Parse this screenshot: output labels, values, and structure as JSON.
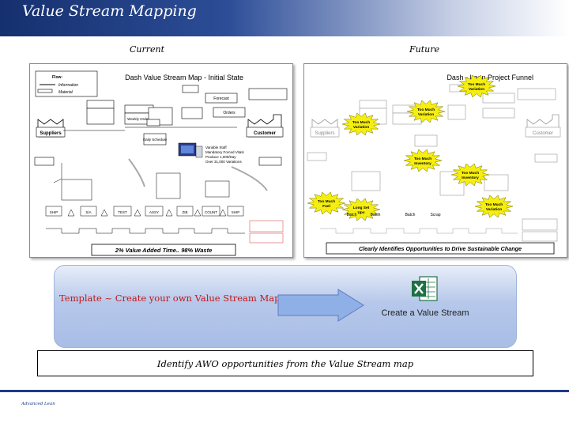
{
  "slide": {
    "title": "Value Stream Mapping",
    "footer": "Advanced Lean"
  },
  "current": {
    "label": "Current",
    "diagram": {
      "title": "Dash Value Stream Map - Initial State",
      "legend": {
        "heading": "Flow:",
        "information": "Information",
        "material": "Material"
      },
      "supplier": "Suppliers",
      "customer": "Customer",
      "planning": [
        "Forecast",
        "Orders",
        "Weekly Orders"
      ],
      "schedule": "Daily Schedule",
      "bullets": [
        "Variable Staff",
        "Mandatory Forced Vitals",
        "Produce 1,000/Day",
        "Over 31,000 Variations"
      ],
      "processes": [
        "SHIP",
        "S/A",
        "TEST",
        "ASSY",
        "ZIB",
        "COUNT",
        "SHIP"
      ],
      "banner": "2% Value Added Time.. 98% Waste"
    }
  },
  "future": {
    "label": "Future",
    "diagram": {
      "title": "Dash - Lean Project Funnel",
      "supplier": "Suppliers",
      "customer": "Customer",
      "bursts": [
        "Too Much Variation",
        "Too Much Variation",
        "Too Much Variation",
        "Too Much Inventory",
        "Too Much Inventory",
        "Too Much Fuel",
        "Long Set Ups",
        "Too Much Variation"
      ],
      "processes": [
        "Batch",
        "Batch",
        "Batch",
        "Scrap"
      ],
      "banner": "Clearly Identifies Opportunities to Drive Sustainable Change"
    }
  },
  "template": {
    "text": "Template ~ Create your own Value Stream Map",
    "link_label": "Create a Value Stream"
  },
  "identify": {
    "text": "Identify AWO opportunities from the Value Stream map"
  },
  "colors": {
    "title_bar": "#16306e",
    "template_text": "#c0161b",
    "burst": "#f5ee10",
    "arrow": "#8fb0e6",
    "excel": "#1e7145"
  }
}
